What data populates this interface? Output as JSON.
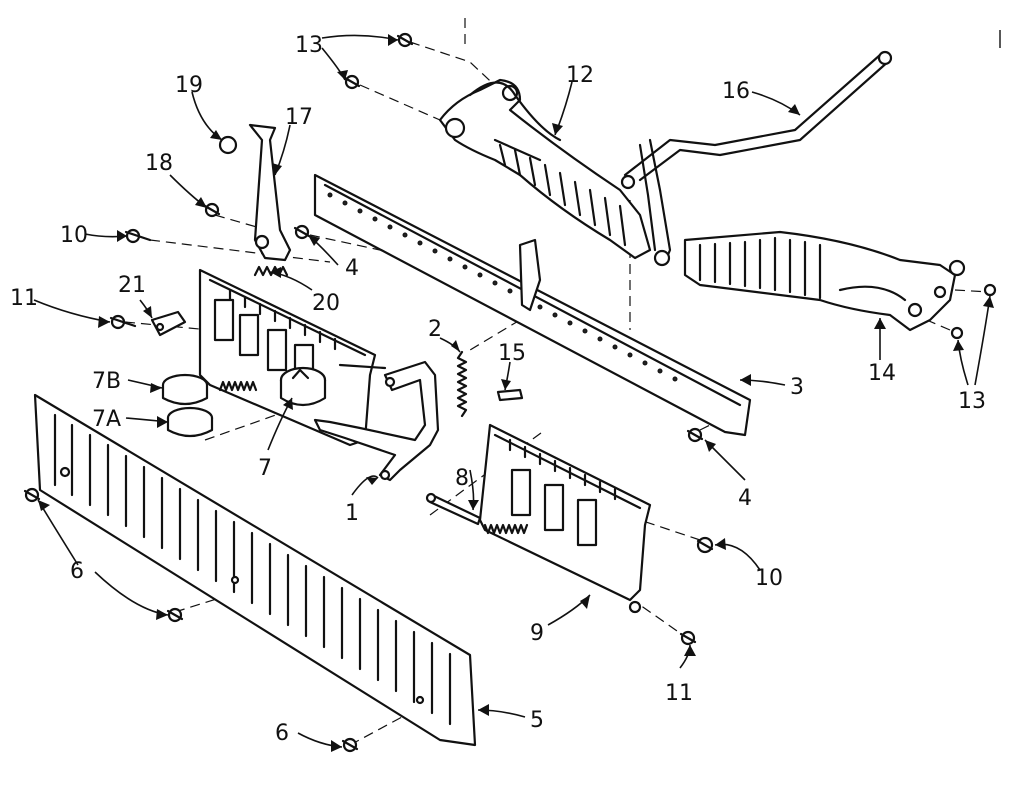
{
  "callouts": [
    {
      "id": "c13a",
      "text": "13"
    },
    {
      "id": "c12",
      "text": "12"
    },
    {
      "id": "c16",
      "text": "16"
    },
    {
      "id": "c19",
      "text": "19"
    },
    {
      "id": "c17",
      "text": "17"
    },
    {
      "id": "c18",
      "text": "18"
    },
    {
      "id": "c10a",
      "text": "10"
    },
    {
      "id": "c4a",
      "text": "4"
    },
    {
      "id": "c21",
      "text": "21"
    },
    {
      "id": "c20",
      "text": "20"
    },
    {
      "id": "c11a",
      "text": "11"
    },
    {
      "id": "c2",
      "text": "2"
    },
    {
      "id": "c15",
      "text": "15"
    },
    {
      "id": "c3",
      "text": "3"
    },
    {
      "id": "c14",
      "text": "14"
    },
    {
      "id": "c13b",
      "text": "13"
    },
    {
      "id": "c7b",
      "text": "7B"
    },
    {
      "id": "c7a",
      "text": "7A"
    },
    {
      "id": "c7",
      "text": "7"
    },
    {
      "id": "c1",
      "text": "1"
    },
    {
      "id": "c8",
      "text": "8"
    },
    {
      "id": "c4b",
      "text": "4"
    },
    {
      "id": "c10b",
      "text": "10"
    },
    {
      "id": "c6a",
      "text": "6"
    },
    {
      "id": "c9",
      "text": "9"
    },
    {
      "id": "c11b",
      "text": "11"
    },
    {
      "id": "c5",
      "text": "5"
    },
    {
      "id": "c6b",
      "text": "6"
    }
  ]
}
